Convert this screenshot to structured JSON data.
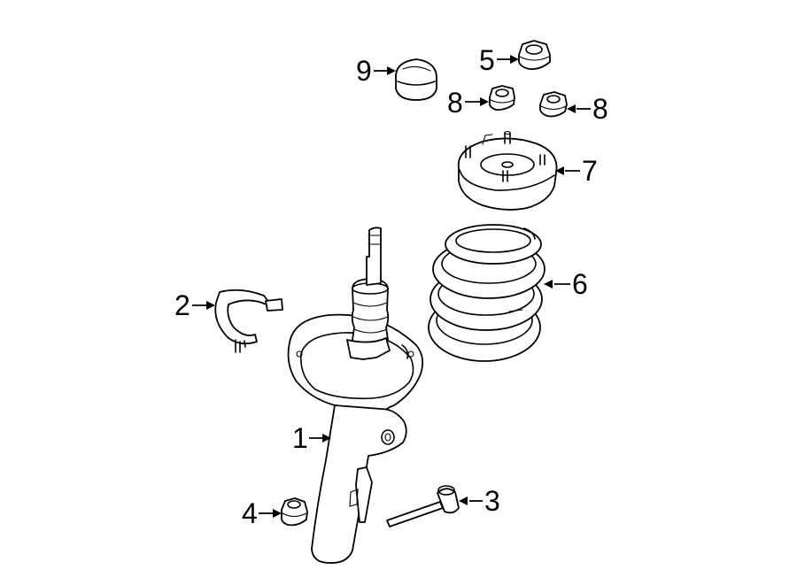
{
  "callouts": [
    {
      "id": "1",
      "label": "1"
    },
    {
      "id": "2",
      "label": "2"
    },
    {
      "id": "3",
      "label": "3"
    },
    {
      "id": "4",
      "label": "4"
    },
    {
      "id": "5",
      "label": "5"
    },
    {
      "id": "6",
      "label": "6"
    },
    {
      "id": "7",
      "label": "7"
    },
    {
      "id": "8a",
      "label": "8"
    },
    {
      "id": "8b",
      "label": "8"
    },
    {
      "id": "9",
      "label": "9"
    }
  ]
}
